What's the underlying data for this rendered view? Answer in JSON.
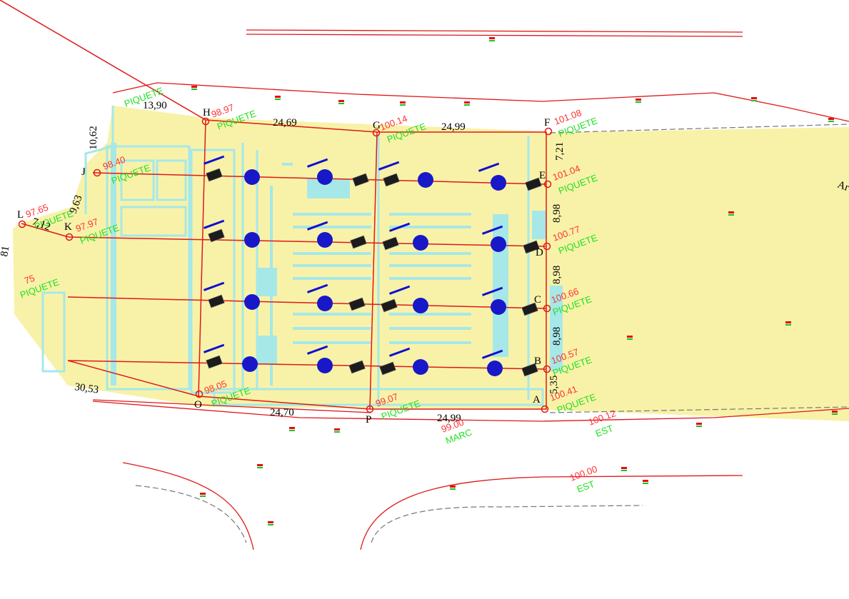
{
  "colors": {
    "building": "#a6e8e8",
    "lot": "#f8f2a8",
    "boundary": "#e01818",
    "elevation": "#ff3030",
    "piquete": "#22e022",
    "luminaire": "#1818c8",
    "fixture": "#222222"
  },
  "legend_piquete": "PIQUETE",
  "points": [
    {
      "id": "A",
      "elev": "100.41"
    },
    {
      "id": "B",
      "elev": "100.57"
    },
    {
      "id": "C",
      "elev": "100.66"
    },
    {
      "id": "D",
      "elev": "100.77"
    },
    {
      "id": "E",
      "elev": "101.04"
    },
    {
      "id": "F",
      "elev": "101.08"
    },
    {
      "id": "G",
      "elev": "100.14"
    },
    {
      "id": "H",
      "elev": "98.97"
    },
    {
      "id": "J",
      "elev": "98.40"
    },
    {
      "id": "K",
      "elev": "97.97"
    },
    {
      "id": "L",
      "elev": "97.65"
    },
    {
      "id": "O",
      "elev": "98.05"
    },
    {
      "id": "P",
      "elev": "99.07"
    }
  ],
  "dimensions": [
    "13,90",
    "24,69",
    "24,99",
    "10,62",
    "7,21",
    "8,98",
    "8,98",
    "8,98",
    "5,35",
    "9,63",
    "7,12",
    "24,70",
    "24,99",
    "30,53"
  ],
  "partial_labels": [
    "75",
    "81"
  ],
  "benchmarks": [
    {
      "elev": "100.12",
      "label": "EST"
    },
    {
      "elev": "100.00",
      "label": "EST"
    },
    {
      "elev": "99.00",
      "label": "MARC"
    }
  ],
  "cut_text": "Ar",
  "tiny_marks": "≈"
}
